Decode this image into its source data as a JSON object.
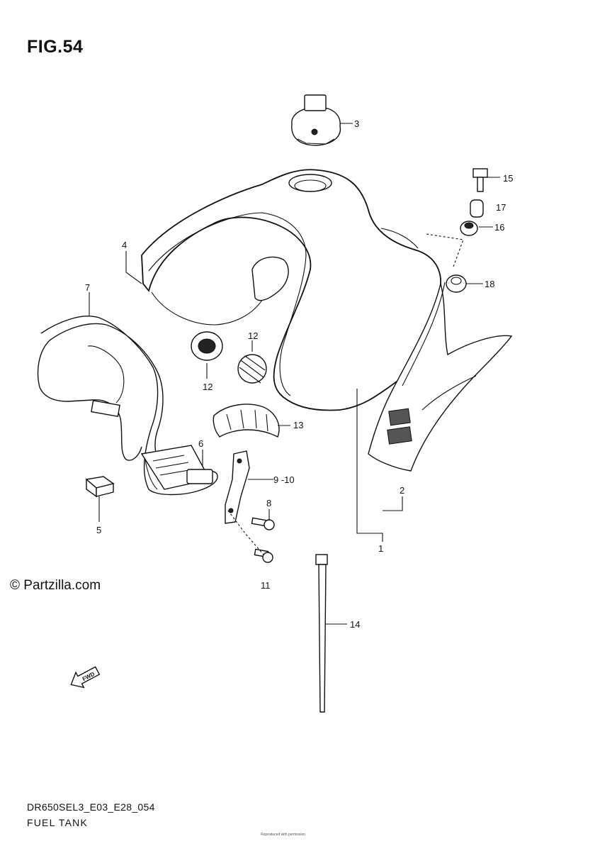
{
  "figure": {
    "title": "FIG.54",
    "model_code": "DR650SEL3_E03_E28_054",
    "diagram_name": "FUEL TANK",
    "watermark": "© Partzilla.com",
    "footer_tiny": "Reproduced with permission"
  },
  "callouts": {
    "c1": "1",
    "c2": "2",
    "c3": "3",
    "c4": "4",
    "c5": "5",
    "c6": "6",
    "c7": "7",
    "c8": "8",
    "c910": "9 -10",
    "c11": "11",
    "c12a": "12",
    "c12b": "12",
    "c13": "13",
    "c14": "14",
    "c15": "15",
    "c16": "16",
    "c17": "17",
    "c18": "18"
  },
  "icons": {
    "fwd_arrow": "forward-arrow-icon",
    "fwd_text": "FWD"
  }
}
